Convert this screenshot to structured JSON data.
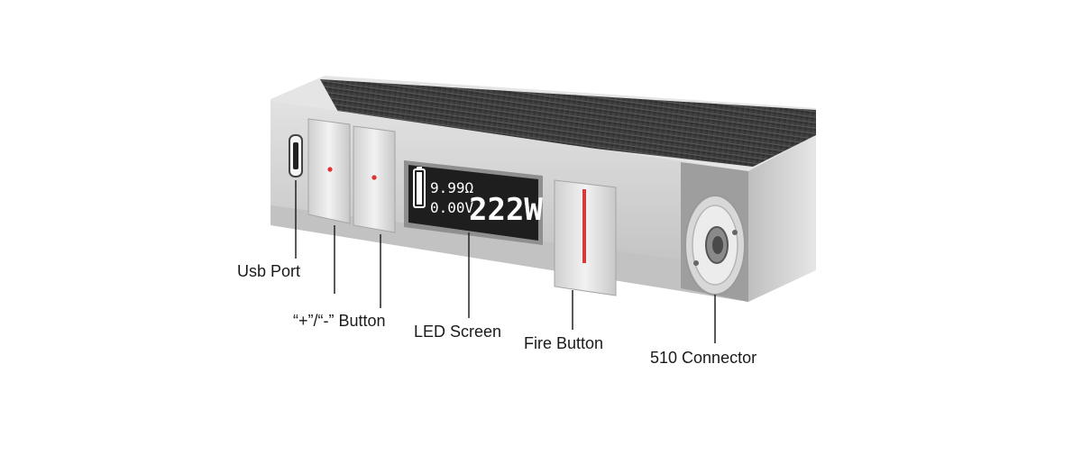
{
  "device": {
    "screen": {
      "resistance": "9.99Ω",
      "voltage": "0.00V",
      "wattage": "222W"
    },
    "colors": {
      "body": "#d4d4d4",
      "top_panel": "#3a3a3a",
      "screen_bg": "#1e1e1e",
      "fire_accent": "#d63a3a",
      "indicator_dot": "#e03030"
    }
  },
  "labels": {
    "usb_port": "Usb Port",
    "plus_minus_button": "“+”/“-” Button",
    "led_screen": "LED Screen",
    "fire_button": "Fire Button",
    "connector_510": "510 Connector"
  }
}
